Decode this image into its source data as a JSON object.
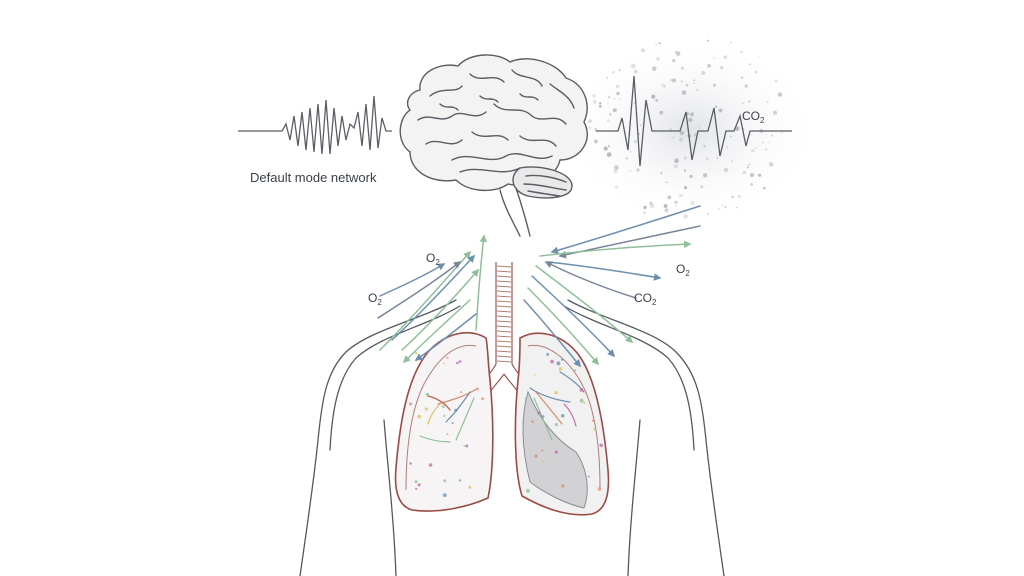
{
  "labels": {
    "default_mode_network": "Default mode network",
    "co2_top": {
      "base": "CO",
      "sub": "2"
    },
    "o2_upper_left": {
      "base": "O",
      "sub": "2"
    },
    "o2_left": {
      "base": "O",
      "sub": "2"
    },
    "o2_right": {
      "base": "O",
      "sub": "2"
    },
    "co2_right": {
      "base": "CO",
      "sub": "2"
    }
  },
  "colors": {
    "ink": "#4a4d55",
    "sketch": "#6b6e75",
    "lung_outline": "#9a4b45",
    "arrow_blue": "#6d8fb0",
    "arrow_green": "#8fbf9a",
    "arrow_slate": "#7a8699",
    "particles": "#9aa0a8"
  },
  "icons": {
    "brain": "brain-icon",
    "lungs": "lungs-icon",
    "torso": "torso-outline",
    "trachea": "trachea-icon"
  }
}
